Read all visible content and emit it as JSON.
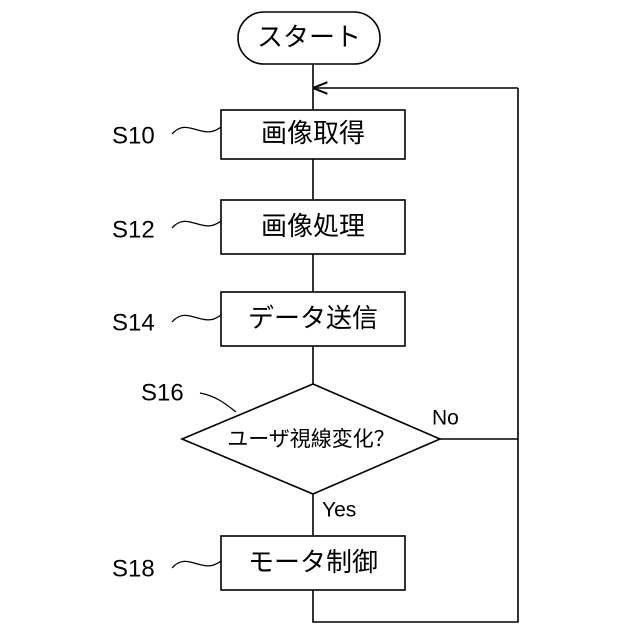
{
  "flowchart": {
    "start": {
      "label": "スタート"
    },
    "steps": [
      {
        "id": "S10",
        "label": "画像取得"
      },
      {
        "id": "S12",
        "label": "画像処理"
      },
      {
        "id": "S14",
        "label": "データ送信"
      }
    ],
    "decision": {
      "id": "S16",
      "label": "ユーザ視線変化？",
      "no_label": "No",
      "yes_label": "Yes"
    },
    "final_step": {
      "id": "S18",
      "label": "モータ制御"
    }
  }
}
